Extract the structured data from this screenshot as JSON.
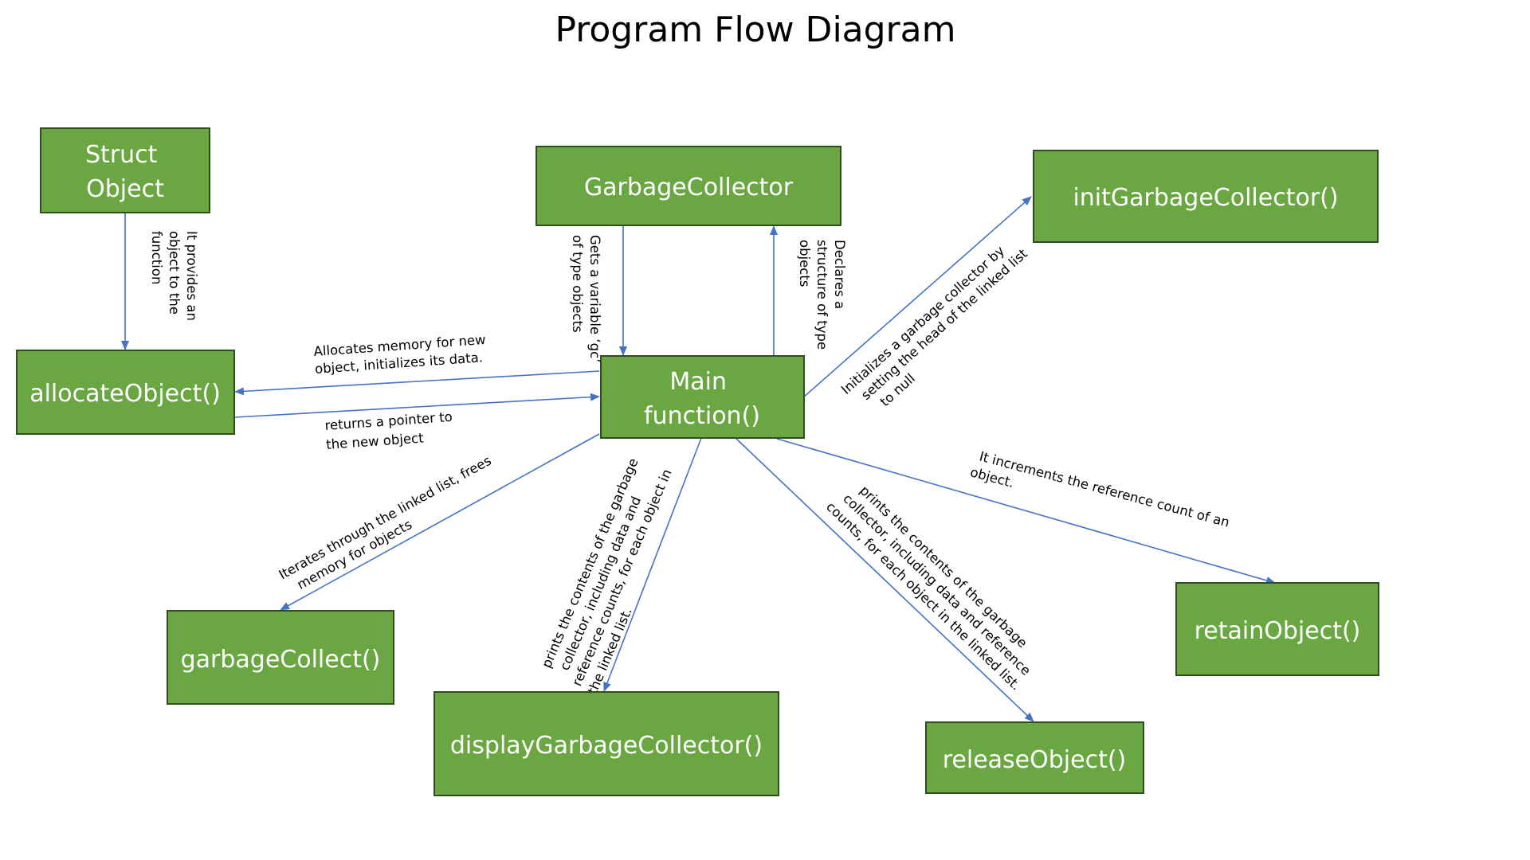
{
  "title": "Program Flow Diagram",
  "colors": {
    "box_fill": "#6aa743",
    "box_border": "#2f4d1e",
    "box_text": "#ffffff",
    "arrow": "#4472c4",
    "label_text": "#000000"
  },
  "nodes": {
    "struct_object": [
      "Struct",
      "Object"
    ],
    "garbage_collector": [
      "GarbageCollector"
    ],
    "init_garbage_collector": [
      "initGarbageCollector()"
    ],
    "allocate_object": [
      "allocateObject()"
    ],
    "main_function": [
      "Main",
      "function()"
    ],
    "garbage_collect": [
      "garbageCollect()"
    ],
    "display_garbage_collector": [
      "displayGarbageCollector()"
    ],
    "release_object": [
      "releaseObject()"
    ],
    "retain_object": [
      "retainObject()"
    ]
  },
  "edges": {
    "struct_to_allocate": [
      "It provides an",
      "object to the",
      "function"
    ],
    "gc_to_main": [
      "Gets a variable ‘gc’",
      "of type objects"
    ],
    "main_to_gc": [
      "Declares a",
      "structure of type",
      "objects"
    ],
    "main_to_init": [
      "Initializes a garbage collector by",
      "setting the head of the linked list",
      "to null"
    ],
    "main_to_allocate": [
      "Allocates memory for new",
      "object, initializes its data."
    ],
    "allocate_to_main": [
      "returns a pointer to",
      "the new object"
    ],
    "main_to_garbage_collect": [
      "Iterates through the linked list, frees",
      "memory for objects"
    ],
    "main_to_display": [
      "prints the contents of the garbage",
      "collector, including data and",
      "reference counts, for each object in",
      "the linked list."
    ],
    "main_to_release": [
      "prints the contents of the garbage",
      "collector, including data and reference",
      "counts, for each object in the linked list."
    ],
    "main_to_retain": [
      "It increments the reference count of an",
      "object."
    ]
  }
}
